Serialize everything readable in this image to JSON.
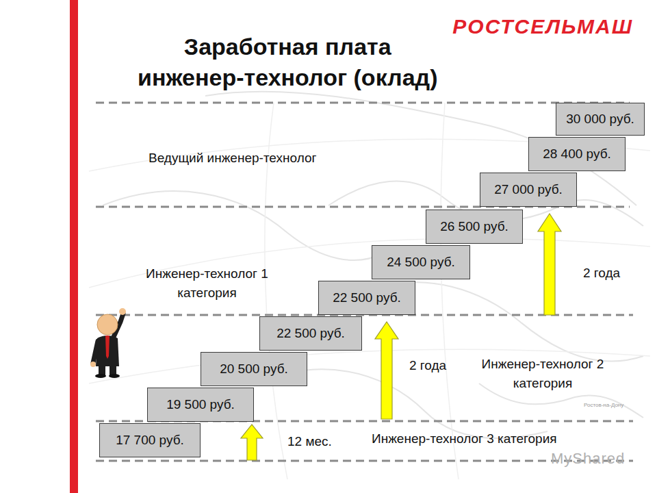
{
  "diagram": {
    "title": "Заработная плата инженер-технолог (оклад)",
    "nodes": [
      {
        "text": [
          "17 700 руб."
        ]
      },
      {
        "text": [
          "19 500 руб."
        ]
      },
      {
        "text": [
          "20 500 руб."
        ]
      },
      {
        "text": [
          "22 500 руб."
        ]
      },
      {
        "text": [
          "22 500 руб."
        ]
      },
      {
        "text": [
          "24 500 руб."
        ]
      },
      {
        "text": [
          "26 500 руб."
        ]
      },
      {
        "text": [
          "27 000 руб."
        ]
      },
      {
        "text": [
          "28 400 руб."
        ]
      },
      {
        "text": [
          "30 000 руб."
        ]
      }
    ],
    "labels": [
      "РОСТСЕЛЬМАШ",
      "Ведущий инженер-технолог",
      "Инженер-технолог 1 категория",
      "2 года",
      "2 года",
      "Инженер-технолог 2 категория",
      "12 мес.",
      "Инженер-технолог 3 категория",
      "Ростов-на-Дону",
      "MyShared"
    ]
  }
}
